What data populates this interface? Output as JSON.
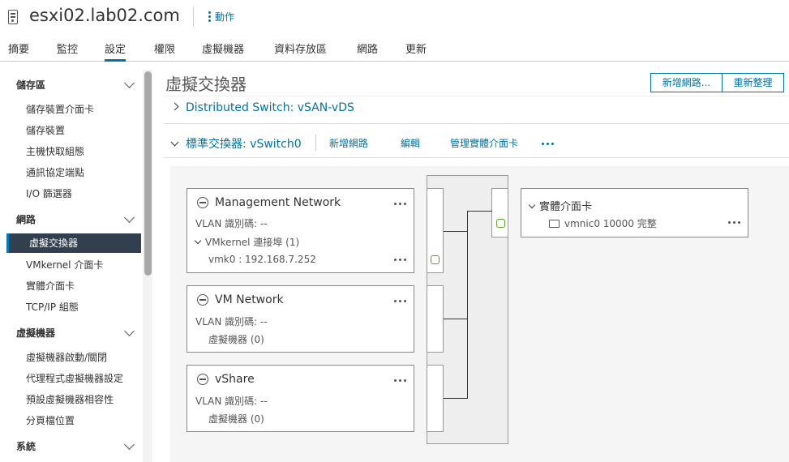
{
  "header": {
    "title": "esxi02.lab02.com",
    "actions_label": "動作"
  },
  "tabs": [
    "摘要",
    "監控",
    "設定",
    "權限",
    "虛擬機器",
    "資料存放區",
    "網路",
    "更新"
  ],
  "sidebar": {
    "storage": {
      "label": "儲存區",
      "items": [
        "儲存裝置介面卡",
        "儲存裝置",
        "主機快取組態",
        "通訊協定端點",
        "I/O 篩選器"
      ]
    },
    "network": {
      "label": "網路",
      "items": [
        "虛擬交換器",
        "VMkernel 介面卡",
        "實體介面卡",
        "TCP/IP 組態"
      ]
    },
    "vms": {
      "label": "虛擬機器",
      "items": [
        "虛擬機器啟動/關閉",
        "代理程式虛擬機器設定",
        "預設虛擬機器相容性",
        "分頁檔位置"
      ]
    },
    "system": {
      "label": "系統"
    }
  },
  "main": {
    "title": "虛擬交換器",
    "add_network_btn": "新增網路...",
    "refresh_btn": "重新整理",
    "dswitch": "Distributed Switch: vSAN-vDS",
    "vswitch": "標準交換器: vSwitch0",
    "vswitch_actions": [
      "新增網路",
      "編輯",
      "管理實體介面卡"
    ]
  },
  "portgroups": [
    {
      "name": "Management Network",
      "vlan": "VLAN 識別碼: --",
      "sub": "VMkernel 連接埠 (1)",
      "detail": "vmk0 : 192.168.7.252"
    },
    {
      "name": "VM Network",
      "vlan": "VLAN 識別碼: --",
      "sub": "虛擬機器 (0)"
    },
    {
      "name": "vShare",
      "vlan": "VLAN 識別碼: --",
      "sub": "虛擬機器 (0)"
    }
  ],
  "uplinks": {
    "title": "實體介面卡",
    "nic": "vmnic0 10000 完整"
  },
  "colors": {
    "accent": "#0072a3",
    "active_nav": "#313f4e",
    "port_green": "#5aa220"
  }
}
